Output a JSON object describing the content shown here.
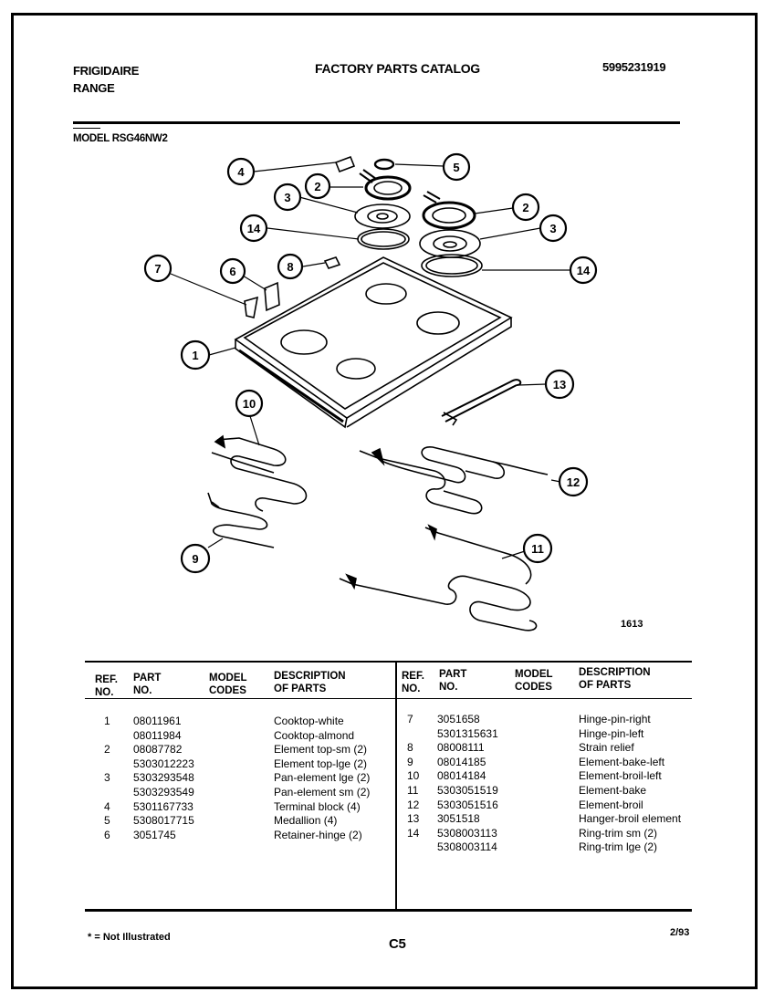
{
  "header": {
    "brand": "FRIGIDAIRE",
    "product": "RANGE",
    "catalog_title": "FACTORY PARTS CATALOG",
    "catalog_number": "5995231919",
    "model_label": "MODEL RSG46NW2"
  },
  "diagram": {
    "callouts": [
      "1",
      "2",
      "2",
      "3",
      "3",
      "4",
      "5",
      "6",
      "7",
      "8",
      "9",
      "10",
      "11",
      "12",
      "13",
      "14",
      "14"
    ],
    "drawing_number": "1613"
  },
  "table": {
    "headers": {
      "ref": "REF.",
      "ref2": "NO.",
      "part": "PART",
      "part2": "NO.",
      "model": "MODEL",
      "model2": "CODES",
      "desc": "DESCRIPTION",
      "desc2": "OF PARTS"
    },
    "left_rows": [
      {
        "ref": "1",
        "part": "08011961",
        "desc": "Cooktop-white"
      },
      {
        "ref": "",
        "part": "08011984",
        "desc": "Cooktop-almond"
      },
      {
        "ref": "2",
        "part": "08087782",
        "desc": "Element top-sm (2)"
      },
      {
        "ref": "",
        "part": "5303012223",
        "desc": "Element top-lge (2)"
      },
      {
        "ref": "3",
        "part": "5303293548",
        "desc": "Pan-element lge (2)"
      },
      {
        "ref": "",
        "part": "5303293549",
        "desc": "Pan-element sm (2)"
      },
      {
        "ref": "4",
        "part": "5301167733",
        "desc": "Terminal block  (4)"
      },
      {
        "ref": "5",
        "part": "5308017715",
        "desc": "Medallion (4)"
      },
      {
        "ref": "6",
        "part": "3051745",
        "desc": "Retainer-hinge (2)"
      }
    ],
    "right_rows": [
      {
        "ref": "7",
        "part": "3051658",
        "desc": "Hinge-pin-right"
      },
      {
        "ref": "",
        "part": "5301315631",
        "desc": "Hinge-pin-left"
      },
      {
        "ref": "8",
        "part": "08008111",
        "desc": "Strain relief"
      },
      {
        "ref": "9",
        "part": "08014185",
        "desc": "Element-bake-left"
      },
      {
        "ref": "10",
        "part": "08014184",
        "desc": "Element-broil-left"
      },
      {
        "ref": "11",
        "part": "5303051519",
        "desc": "Element-bake"
      },
      {
        "ref": "12",
        "part": "5303051516",
        "desc": "Element-broil"
      },
      {
        "ref": "13",
        "part": "3051518",
        "desc": "Hanger-broil element"
      },
      {
        "ref": "14",
        "part": "5308003113",
        "desc": "Ring-trim sm (2)"
      },
      {
        "ref": "",
        "part": "5308003114",
        "desc": "Ring-trim lge (2)"
      }
    ]
  },
  "footer": {
    "note": "* = Not Illustrated",
    "page": "C5",
    "date": "2/93"
  }
}
